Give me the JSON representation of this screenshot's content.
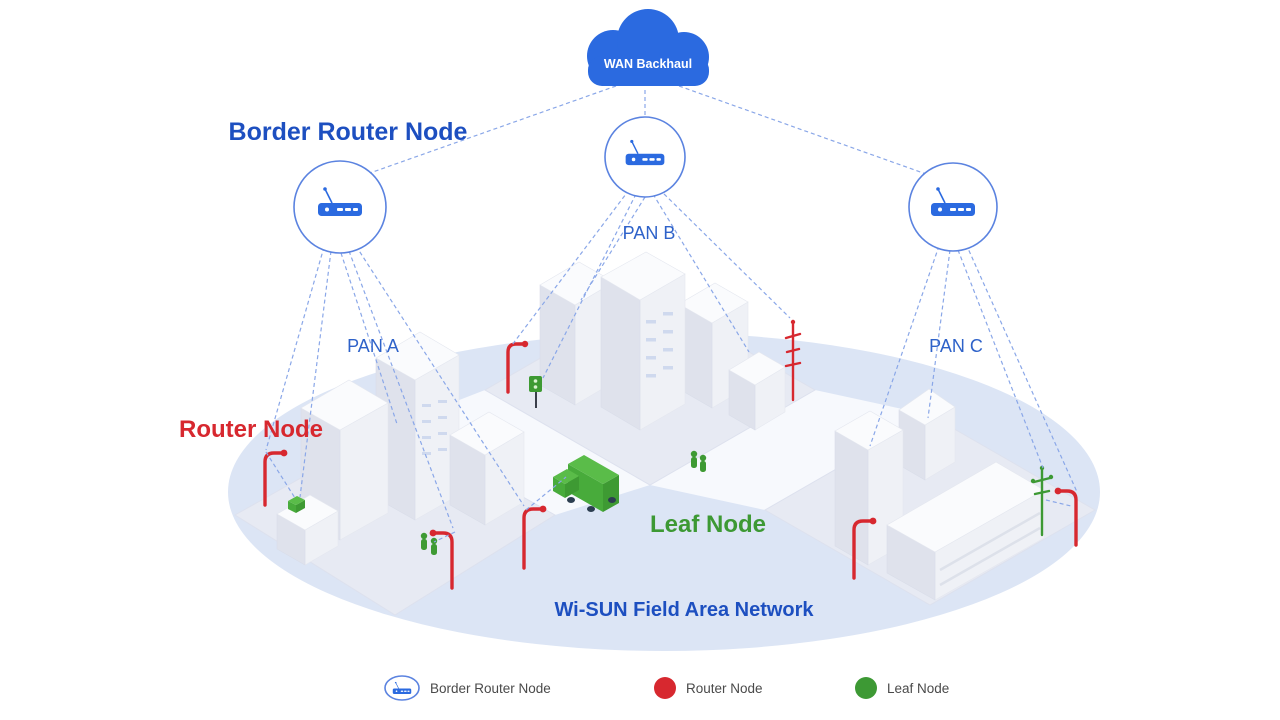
{
  "diagram": {
    "cloud": {
      "label": "WAN Backhaul"
    },
    "titles": {
      "border_router": "Border Router Node",
      "router_node": "Router Node",
      "leaf_node": "Leaf Node",
      "network": "Wi-SUN Field Area Network"
    },
    "pans": [
      {
        "id": "pan-a",
        "label": "PAN A"
      },
      {
        "id": "pan-b",
        "label": "PAN B"
      },
      {
        "id": "pan-c",
        "label": "PAN C"
      }
    ]
  },
  "legend": {
    "items": [
      {
        "label": "Border Router Node",
        "type": "border-router"
      },
      {
        "label": "Router Node",
        "type": "router"
      },
      {
        "label": "Leaf Node",
        "type": "leaf"
      }
    ]
  },
  "colors": {
    "blue": "#2b6ae0",
    "circle_stroke": "#5b83e0",
    "text_blue": "#1d4fc0",
    "pan_blue": "#2e62c9",
    "line_blue": "#8aa7e8",
    "red": "#d7282f",
    "green": "#3d9934",
    "legend_text": "#4a4a4a",
    "cloud_text": "#ffffff"
  }
}
